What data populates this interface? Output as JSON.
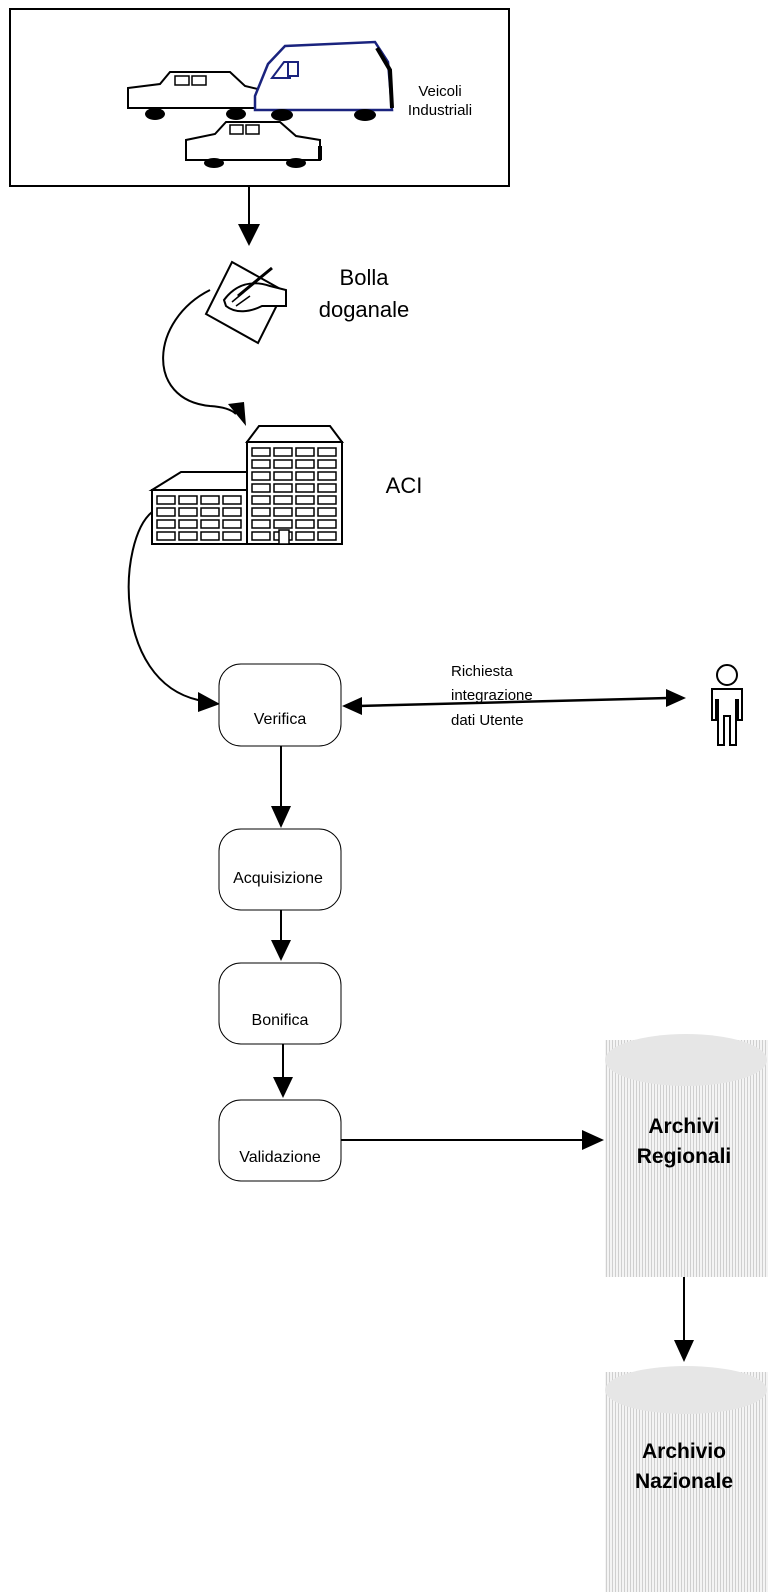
{
  "vehicles": {
    "label_line1": "Veicoli",
    "label_line2": "Industriali"
  },
  "customs": {
    "label_line1": "Bolla",
    "label_line2": "doganale"
  },
  "aci": {
    "label": "ACI"
  },
  "user_request": {
    "line1": "Richiesta",
    "line2": "integrazione",
    "line3": "dati Utente"
  },
  "steps": {
    "verifica": "Verifica",
    "acquisizione": "Acquisizione",
    "bonifica": "Bonifica",
    "validazione": "Validazione"
  },
  "archive_regional": {
    "line1": "Archivi",
    "line2": "Regionali"
  },
  "archive_national": {
    "line1": "Archivio",
    "line2": "Nazionale"
  },
  "colors": {
    "van_stroke": "#1a237e",
    "cylinder_fill": "#e6e6e6",
    "cylinder_hatch": "#c8c8c8"
  }
}
